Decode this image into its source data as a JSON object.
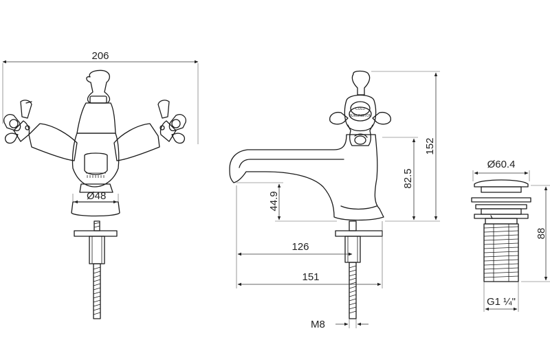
{
  "drawing": {
    "front_view": {
      "overall_width": "206",
      "base_diameter": "Ø48"
    },
    "side_view": {
      "overall_height": "152",
      "spout_height": "82.5",
      "spout_clearance": "44.9",
      "spout_reach": "126",
      "overall_depth": "151",
      "thread": "M8",
      "handle_mark_top": "COLD",
      "handle_mark_bottom": "BURLINGTON"
    },
    "waste_view": {
      "cap_diameter": "Ø60.4",
      "height": "88",
      "thread": "G1 ¼\""
    }
  }
}
